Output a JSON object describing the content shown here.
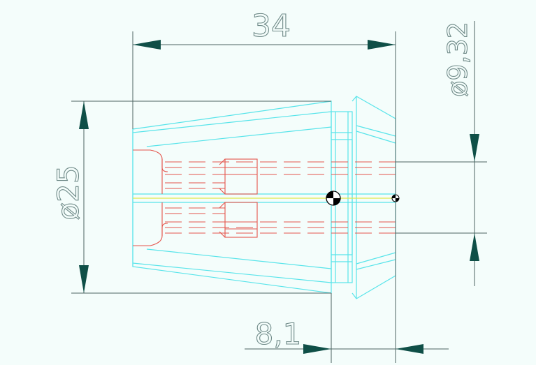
{
  "drawing": {
    "background": "#f4fdfb",
    "colors": {
      "dimension": "#4c6462",
      "arrow": "#0f4f47",
      "outline": "#58e4ea",
      "hidden": "#e4554c",
      "centerline": "#dfe84a",
      "marker": "#000000"
    },
    "dimensions": {
      "overall_length": "34",
      "body_diameter": "ø25",
      "bore_diameter": "ø9,32",
      "nose_length": "8,1"
    }
  }
}
